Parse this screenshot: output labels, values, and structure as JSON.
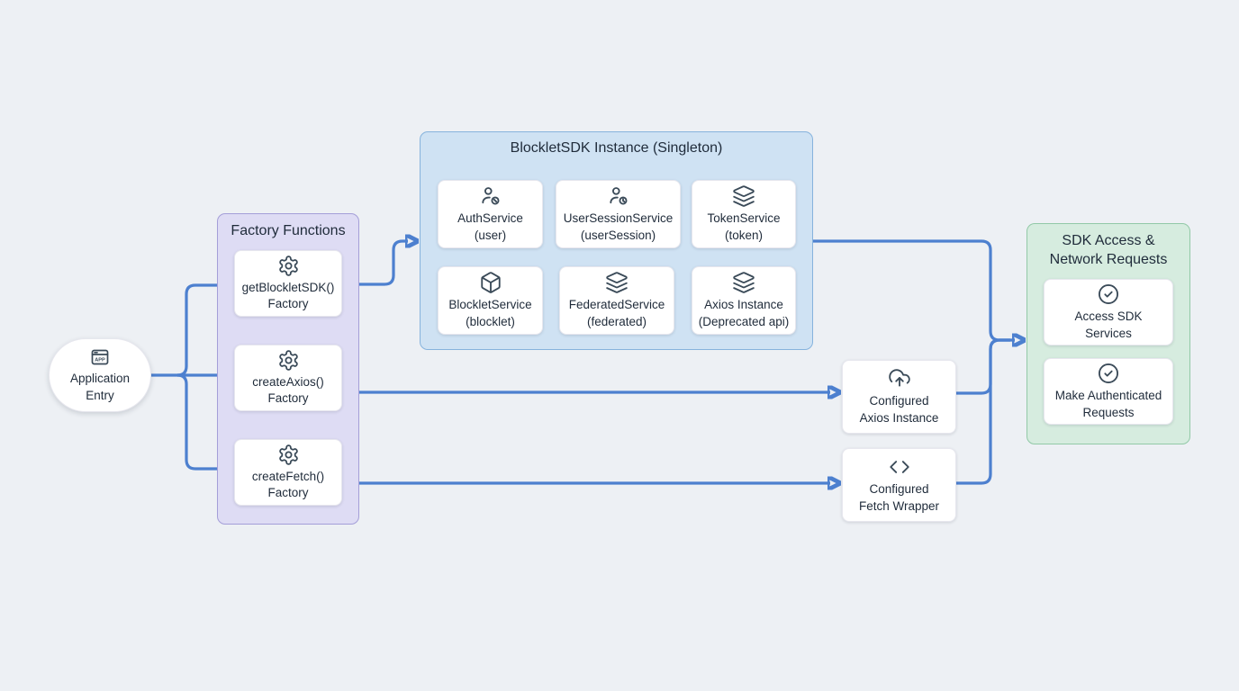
{
  "diagram_type": "flowchart",
  "colors": {
    "background": "#edf0f4",
    "edge": "#4d80cf",
    "factory_group_fill": "#dedcf4",
    "factory_group_border": "#a49ed8",
    "sdk_group_fill": "#cfe2f3",
    "sdk_group_border": "#86b3dd",
    "access_group_fill": "#d6ecdf",
    "access_group_border": "#92c9a7",
    "node_fill": "#ffffff",
    "text": "#1f2b3a",
    "icon_stroke": "#3a4a58"
  },
  "groups": {
    "factory_functions": {
      "title": "Factory Functions"
    },
    "blocklet_sdk_instance": {
      "title": "BlockletSDK Instance (Singleton)"
    },
    "sdk_access": {
      "title": "SDK Access &\nNetwork Requests"
    }
  },
  "nodes": {
    "app_entry": {
      "label": "Application\nEntry",
      "icon": "app-window-icon"
    },
    "get_blocklet_sdk_factory": {
      "label": "getBlockletSDK()\nFactory",
      "icon": "gear-icon"
    },
    "create_axios_factory": {
      "label": "createAxios()\nFactory",
      "icon": "gear-icon"
    },
    "create_fetch_factory": {
      "label": "createFetch()\nFactory",
      "icon": "gear-icon"
    },
    "auth_service": {
      "label": "AuthService\n(user)",
      "icon": "user-x-icon"
    },
    "user_session_service": {
      "label": "UserSessionService\n(userSession)",
      "icon": "user-clock-icon"
    },
    "token_service": {
      "label": "TokenService\n(token)",
      "icon": "layers-icon"
    },
    "blocklet_service": {
      "label": "BlockletService\n(blocklet)",
      "icon": "box-icon"
    },
    "federated_service": {
      "label": "FederatedService\n(federated)",
      "icon": "layers-icon"
    },
    "axios_instance": {
      "label": "Axios Instance\n(Deprecated api)",
      "icon": "layers-icon"
    },
    "configured_axios": {
      "label": "Configured\nAxios Instance",
      "icon": "cloud-upload-icon"
    },
    "configured_fetch": {
      "label": "Configured\nFetch Wrapper",
      "icon": "code-icon"
    },
    "access_sdk_services": {
      "label": "Access SDK\nServices",
      "icon": "check-circle-icon"
    },
    "make_authenticated_requests": {
      "label": "Make Authenticated\nRequests",
      "icon": "check-circle-icon"
    }
  },
  "edges": [
    {
      "from": "app_entry",
      "to": "get_blocklet_sdk_factory"
    },
    {
      "from": "app_entry",
      "to": "create_axios_factory"
    },
    {
      "from": "app_entry",
      "to": "create_fetch_factory"
    },
    {
      "from": "get_blocklet_sdk_factory",
      "to": "blocklet_sdk_instance"
    },
    {
      "from": "create_axios_factory",
      "to": "configured_axios"
    },
    {
      "from": "create_fetch_factory",
      "to": "configured_fetch"
    },
    {
      "from": "blocklet_sdk_instance",
      "to": "sdk_access"
    },
    {
      "from": "configured_axios",
      "to": "sdk_access"
    },
    {
      "from": "configured_fetch",
      "to": "sdk_access"
    }
  ]
}
